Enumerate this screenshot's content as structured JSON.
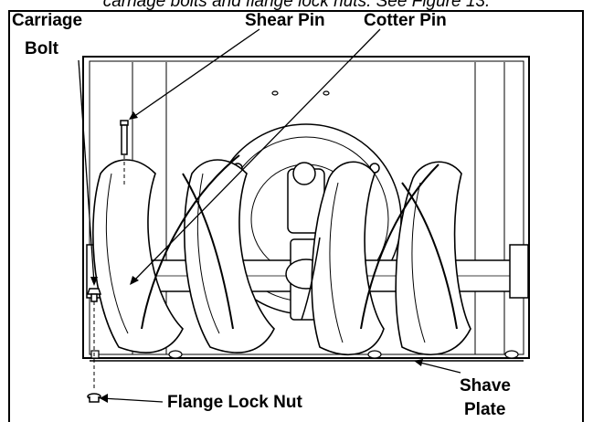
{
  "caption": "carriage bolts and flange lock nuts. See Figure 13.",
  "labels": {
    "carriage": "Carriage",
    "bolt": "Bolt",
    "shear_pin": "Shear Pin",
    "cotter_pin": "Cotter Pin",
    "shave": "Shave",
    "plate": "Plate",
    "flange_lock_nut": "Flange Lock Nut"
  }
}
